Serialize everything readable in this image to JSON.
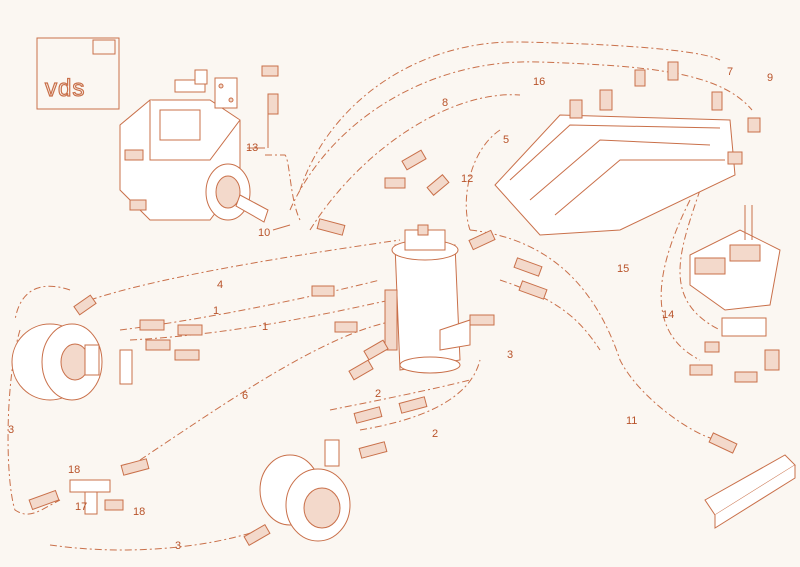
{
  "logo": {
    "text": "vds"
  },
  "callouts": [
    {
      "id": "c1",
      "label": "1"
    },
    {
      "id": "c1b",
      "label": "1"
    },
    {
      "id": "c2",
      "label": "2"
    },
    {
      "id": "c2b",
      "label": "2"
    },
    {
      "id": "c3",
      "label": "3"
    },
    {
      "id": "c3b",
      "label": "3"
    },
    {
      "id": "c3c",
      "label": "3"
    },
    {
      "id": "c4",
      "label": "4"
    },
    {
      "id": "c5",
      "label": "5"
    },
    {
      "id": "c6",
      "label": "6"
    },
    {
      "id": "c7",
      "label": "7"
    },
    {
      "id": "c8",
      "label": "8"
    },
    {
      "id": "c9",
      "label": "9"
    },
    {
      "id": "c10",
      "label": "10"
    },
    {
      "id": "c11",
      "label": "11"
    },
    {
      "id": "c12",
      "label": "12"
    },
    {
      "id": "c13",
      "label": "13"
    },
    {
      "id": "c14",
      "label": "14"
    },
    {
      "id": "c15",
      "label": "15"
    },
    {
      "id": "c16",
      "label": "16"
    },
    {
      "id": "c17",
      "label": "17"
    },
    {
      "id": "c18",
      "label": "18"
    },
    {
      "id": "c18b",
      "label": "18"
    }
  ],
  "colors": {
    "line": "#c9704a",
    "text": "#b8532a",
    "background": "#fbf7f2"
  }
}
